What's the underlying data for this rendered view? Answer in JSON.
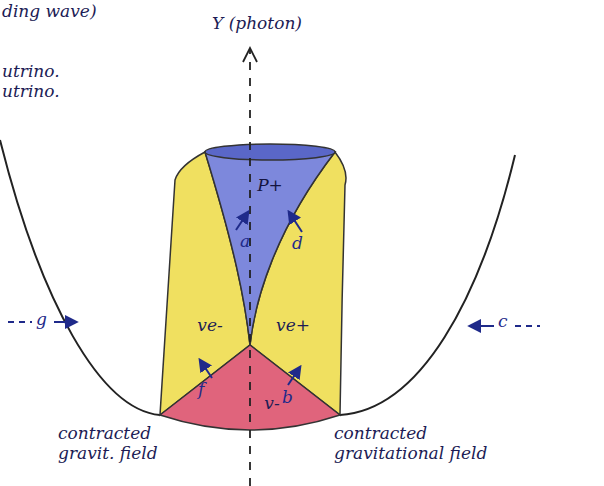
{
  "diagram": {
    "nodes": [
      {
        "text": [
          "P+"
        ]
      },
      {
        "text": [
          "ve-"
        ]
      },
      {
        "text": [
          "ve+"
        ]
      },
      {
        "text": [
          "v-"
        ]
      }
    ],
    "labels": [
      "ding wave)",
      "Y (photon)",
      "utrino.",
      "utrino.",
      "a",
      "d",
      "g",
      "c",
      "f",
      "b",
      "contracted gravit. field",
      "contracted gravitational field"
    ]
  }
}
